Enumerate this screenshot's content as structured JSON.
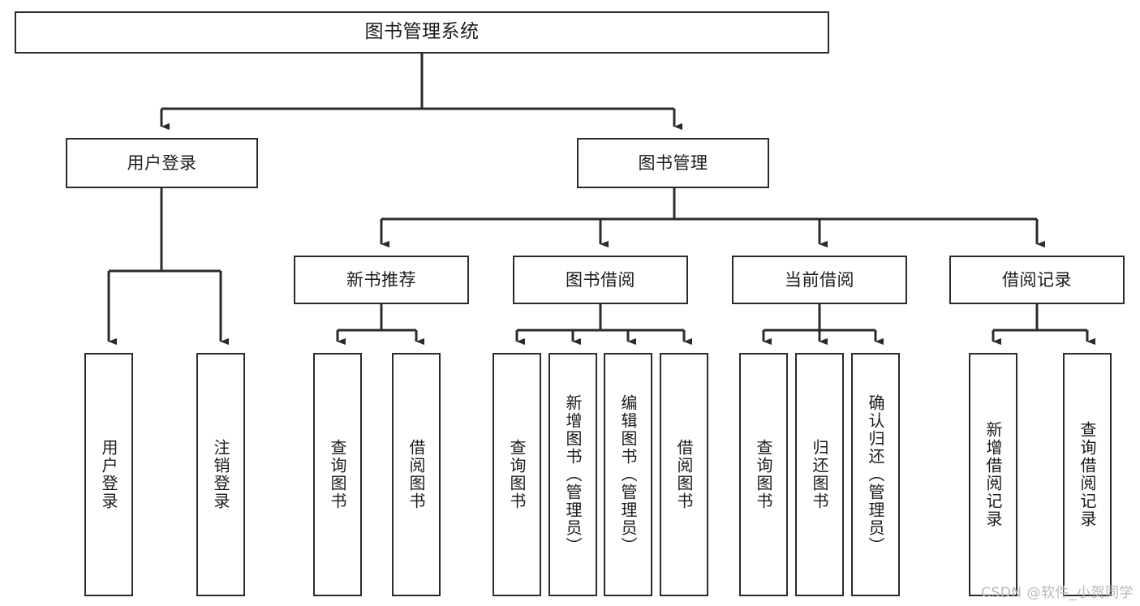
{
  "diagram": {
    "title": "图书管理系统",
    "type": "tree-hierarchy-chart",
    "orientation": "top-down",
    "watermark": "CSDN @软件_小贺同学",
    "colors": {
      "node_border": "#2b2b2b",
      "node_fill": "#ffffff",
      "edge": "#2b2b2b",
      "text": "#1b1b1b",
      "watermark": "#b8b8b8",
      "background": "#ffffff"
    },
    "nodes": {
      "root": {
        "label": "图书管理系统"
      },
      "level2": [
        {
          "id": "user-login",
          "label": "用户登录"
        },
        {
          "id": "book-manage",
          "label": "图书管理"
        }
      ],
      "level3": [
        {
          "id": "new-book-recommend",
          "label": "新书推荐"
        },
        {
          "id": "book-borrow",
          "label": "图书借阅"
        },
        {
          "id": "current-borrow",
          "label": "当前借阅"
        },
        {
          "id": "borrow-record",
          "label": "借阅记录"
        }
      ],
      "leaves": {
        "user-login": [
          {
            "id": "leaf-user-login",
            "label": "用户登录"
          },
          {
            "id": "leaf-logout-login",
            "label": "注销登录"
          }
        ],
        "new-book-recommend": [
          {
            "id": "leaf-query-book-1",
            "label": "查询图书"
          },
          {
            "id": "leaf-borrow-book-1",
            "label": "借阅图书"
          }
        ],
        "book-borrow": [
          {
            "id": "leaf-query-book-2",
            "label": "查询图书"
          },
          {
            "id": "leaf-add-book",
            "label": "新增图书（管理员）"
          },
          {
            "id": "leaf-edit-book",
            "label": "编辑图书（管理员）"
          },
          {
            "id": "leaf-borrow-book-2",
            "label": "借阅图书"
          }
        ],
        "current-borrow": [
          {
            "id": "leaf-query-book-3",
            "label": "查询图书"
          },
          {
            "id": "leaf-return-book",
            "label": "归还图书"
          },
          {
            "id": "leaf-confirm-return",
            "label": "确认归还（管理员）"
          }
        ],
        "borrow-record": [
          {
            "id": "leaf-add-record",
            "label": "新增借阅记录"
          },
          {
            "id": "leaf-query-record",
            "label": "查询借阅记录"
          }
        ]
      }
    }
  }
}
